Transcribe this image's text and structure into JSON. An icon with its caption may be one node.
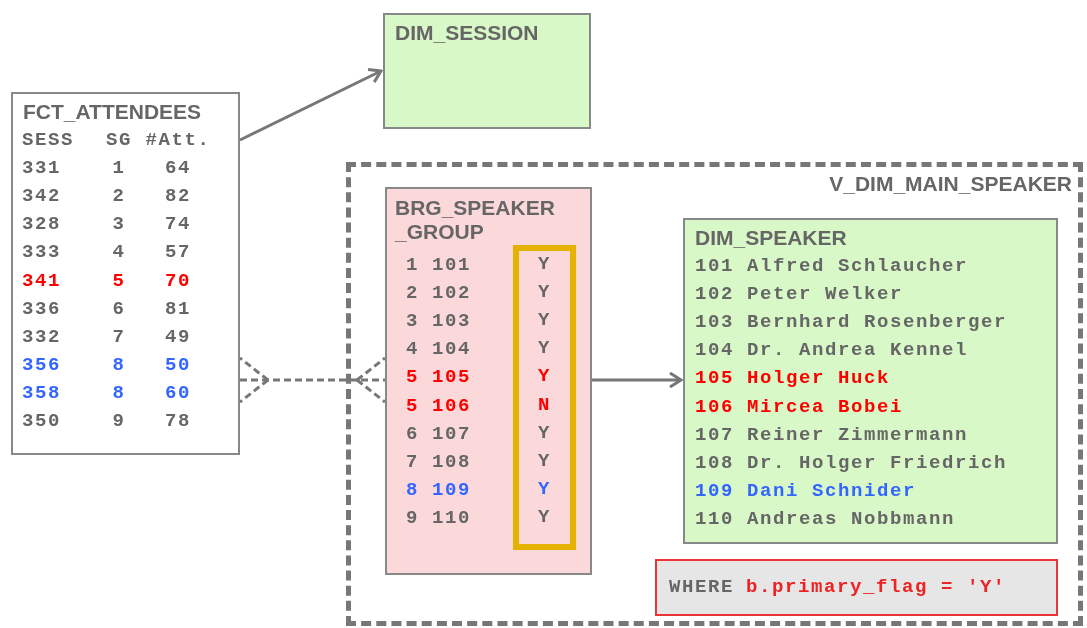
{
  "diagram": {
    "nodes": [
      {
        "text": [
          "FCT_ATTENDEES",
          "SESS SG #Att.",
          "331 1 64",
          "342 2 82",
          "328 3 74",
          "333 4 57",
          "341 5 70",
          "336 6 81",
          "332 7 49",
          "356 8 50",
          "358 8 60",
          "350 9 78"
        ]
      },
      {
        "text": [
          "DIM_SESSION"
        ]
      },
      {
        "text": [
          "V_DIM_MAIN_SPEAKER"
        ]
      },
      {
        "text": [
          "BRG_SPEAKER_GROUP",
          "1 101",
          "2 102",
          "3 103",
          "4 104",
          "5 105",
          "5 106",
          "6 107",
          "7 108",
          "8 109",
          "9 110"
        ],
        "in": 2
      },
      {
        "text": [
          "Y",
          "Y",
          "Y",
          "Y",
          "Y",
          "N",
          "Y",
          "Y",
          "Y",
          "Y"
        ],
        "in": 3
      },
      {
        "text": [
          "DIM_SPEAKER",
          "101 Alfred Schlaucher",
          "102 Peter Welker",
          "103 Bernhard Rosenberger",
          "104 Dr. Andrea Kennel",
          "105 Holger Huck",
          "106 Mircea Bobei",
          "107 Reiner Zimmermann",
          "108 Dr. Holger Friedrich",
          "109 Dani Schnider",
          "110 Andreas Nobbmann"
        ],
        "in": 2
      },
      {
        "text": [
          "WHERE",
          "b.primary_flag = 'Y'"
        ],
        "in": 2
      }
    ],
    "edges": [
      {
        "from": 0,
        "to": 1,
        "arrow": "to"
      },
      {
        "from": 0,
        "to": 3,
        "arrow": "other",
        "style": "dashed"
      },
      {
        "from": 3,
        "to": 5,
        "arrow": "to"
      }
    ]
  }
}
